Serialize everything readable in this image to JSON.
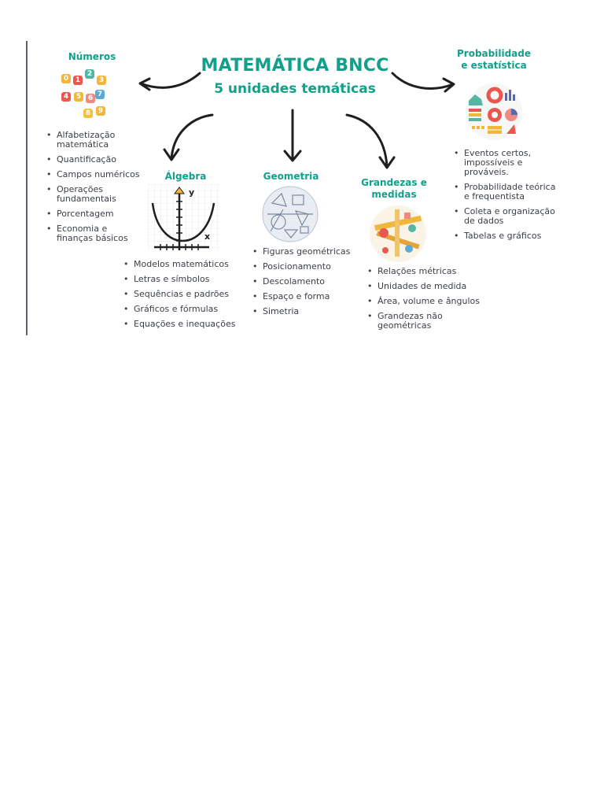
{
  "title": "MATEMÁTICA BNCC",
  "subtitle": "5 unidades temáticas",
  "colors": {
    "accent": "#12a08a",
    "text": "#3a3f47",
    "arrow": "#1f1f1f"
  },
  "units": {
    "numeros": {
      "heading": "Números",
      "illustration": "number-tiles",
      "tiles": [
        "0",
        "1",
        "2",
        "3",
        "4",
        "5",
        "6",
        "7",
        "8",
        "9"
      ],
      "items": [
        "Alfabetização matemática",
        "Quantificação",
        "Campos numéricos",
        "Operações fundamentais",
        "Porcentagem",
        "Economia e finanças básicos"
      ]
    },
    "algebra": {
      "heading": "Álgebra",
      "illustration": "parabola-graph",
      "axis_y": "y",
      "axis_x": "x",
      "items": [
        "Modelos matemáticos",
        "Letras e símbolos",
        "Sequências e padrões",
        "Gráficos e fórmulas",
        "Equações e inequações"
      ]
    },
    "geometria": {
      "heading": "Geometria",
      "illustration": "geometry-doodles",
      "items": [
        "Figuras geométricas",
        "Posicionamento",
        "Descolamento",
        "Espaço e forma",
        "Simetria"
      ]
    },
    "grandezas": {
      "heading": "Grandezas e medidas",
      "illustration": "measuring-tools",
      "items": [
        "Relações métricas",
        "Unidades de medida",
        "Área, volume e ângulos",
        "Grandezas não geométricas"
      ]
    },
    "probabilidade": {
      "heading": "Probabilidade e estatística",
      "illustration": "chart-collage",
      "items": [
        "Eventos certos, impossíveis e prováveis.",
        "Probabilidade teórica e frequentista",
        "Coleta e organização de dados",
        "Tabelas e gráficos"
      ]
    }
  }
}
